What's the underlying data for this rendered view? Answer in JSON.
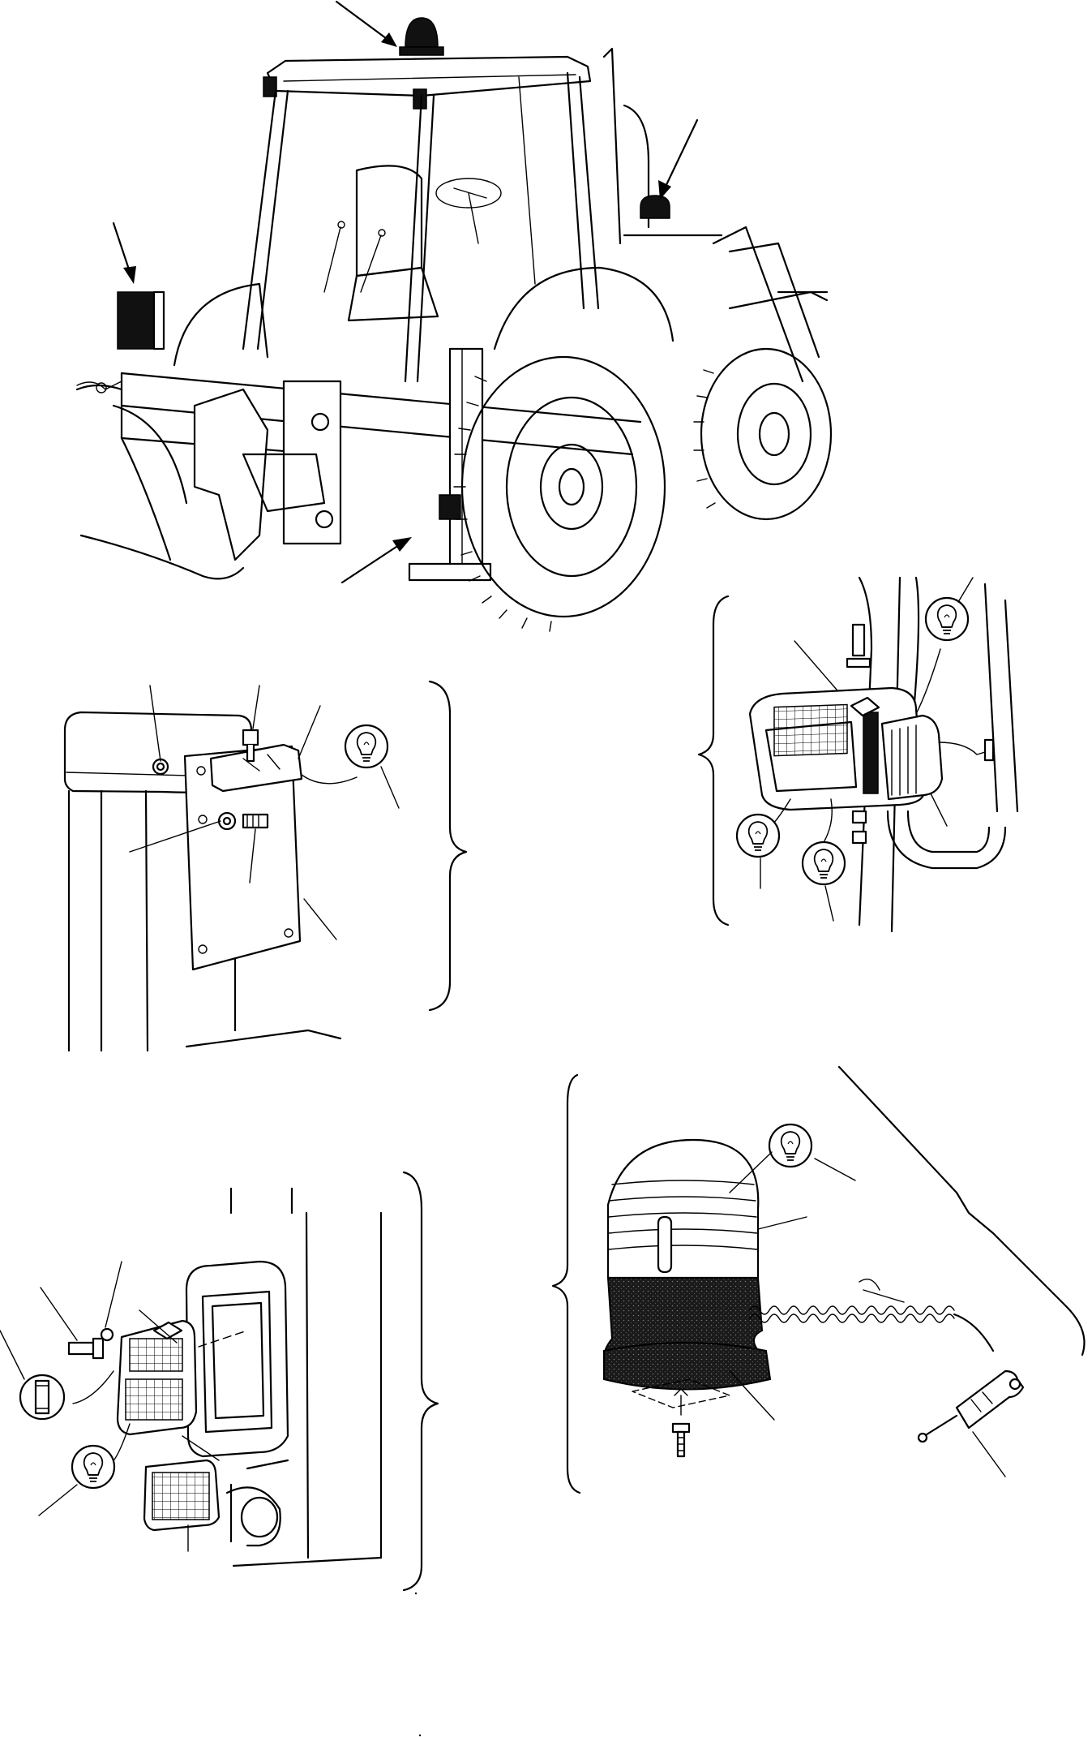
{
  "figure": {
    "kind": "exploded parts illustration",
    "palette": {
      "ink": "#000000",
      "paper": "#ffffff",
      "dark_parts": "#111111"
    },
    "views": [
      {
        "id": "machine-overview",
        "icon": "backhoe-loader-icon"
      },
      {
        "id": "rear-lamp-assembly",
        "icon": "rear-lamp-icon"
      },
      {
        "id": "front-work-lamp-assembly",
        "icon": "front-work-lamp-icon"
      },
      {
        "id": "side-lamp-assembly",
        "icon": "side-lamp-icon"
      },
      {
        "id": "rotating-beacon-assembly",
        "icon": "rotating-beacon-icon"
      }
    ],
    "callout_count": 22,
    "bulb_insets": 7
  }
}
